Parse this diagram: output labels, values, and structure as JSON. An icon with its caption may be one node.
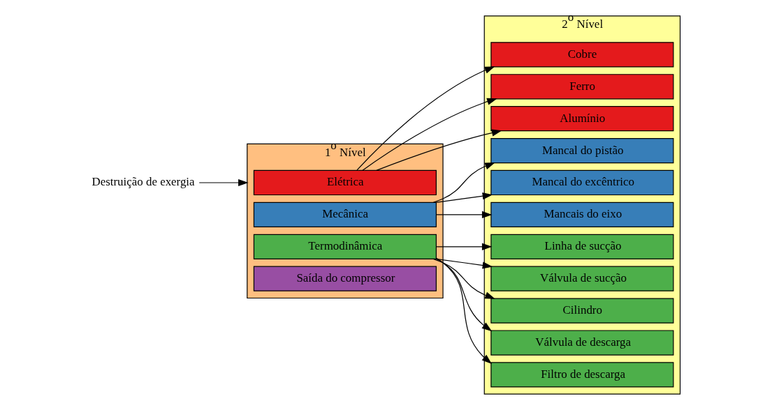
{
  "diagram": {
    "nodes": [
      {
        "text": [
          "Destruição de exergia"
        ]
      },
      {
        "text": [
          "1$^{o}$ Nível"
        ]
      },
      {
        "text": [
          "Elétrica"
        ],
        "in": 1
      },
      {
        "text": [
          "Mecânica"
        ],
        "in": 1
      },
      {
        "text": [
          "Termodinâmica"
        ],
        "in": 1
      },
      {
        "text": [
          "Saída do compressor"
        ],
        "in": 1
      },
      {
        "text": [
          "2$^{o}$ Nível"
        ]
      },
      {
        "text": [
          "Cobre"
        ],
        "in": 6
      },
      {
        "text": [
          "Ferro"
        ],
        "in": 6
      },
      {
        "text": [
          "Alumínio"
        ],
        "in": 6
      },
      {
        "text": [
          "Mancal do pistão"
        ],
        "in": 6
      },
      {
        "text": [
          "Mancal do excêntrico"
        ],
        "in": 6
      },
      {
        "text": [
          "Mancais do eixo"
        ],
        "in": 6
      },
      {
        "text": [
          "Linha de sucção"
        ],
        "in": 6
      },
      {
        "text": [
          "Válvula de sucção"
        ],
        "in": 6
      },
      {
        "text": [
          "Cilindro"
        ],
        "in": 6
      },
      {
        "text": [
          "Válvula de descarga"
        ],
        "in": 6
      },
      {
        "text": [
          "Filtro de descarga"
        ],
        "in": 6
      }
    ],
    "edges": [
      {
        "from": 0,
        "to": 1,
        "arrow": "to"
      },
      {
        "from": 2,
        "to": 7,
        "arrow": "to"
      },
      {
        "from": 2,
        "to": 8,
        "arrow": "to"
      },
      {
        "from": 2,
        "to": 9,
        "arrow": "to"
      },
      {
        "from": 3,
        "to": 10,
        "arrow": "to"
      },
      {
        "from": 3,
        "to": 11,
        "arrow": "to"
      },
      {
        "from": 3,
        "to": 12,
        "arrow": "to"
      },
      {
        "from": 4,
        "to": 13,
        "arrow": "to"
      },
      {
        "from": 4,
        "to": 14,
        "arrow": "to"
      },
      {
        "from": 4,
        "to": 15,
        "arrow": "to"
      },
      {
        "from": 4,
        "to": 16,
        "arrow": "to"
      },
      {
        "from": 4,
        "to": 17,
        "arrow": "to"
      }
    ]
  }
}
